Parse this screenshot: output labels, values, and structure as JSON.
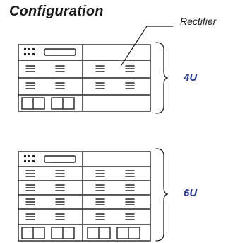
{
  "title": "Configuration",
  "callout_label": "Rectifier",
  "configurations": [
    {
      "label": "4U",
      "rectifier_rows": 2,
      "breaker_positions": 2
    },
    {
      "label": "6U",
      "rectifier_rows": 4,
      "breaker_positions": 4
    }
  ],
  "colors": {
    "lines": "#222222",
    "label_blue": "#2b3a8c"
  }
}
